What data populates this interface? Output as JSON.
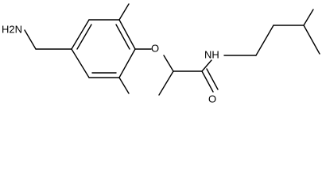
{
  "molecule": {
    "atoms": {
      "amine_nh2": "H2N",
      "ether_o": "O",
      "amide_nh": "NH",
      "carbonyl_o": "O"
    }
  }
}
